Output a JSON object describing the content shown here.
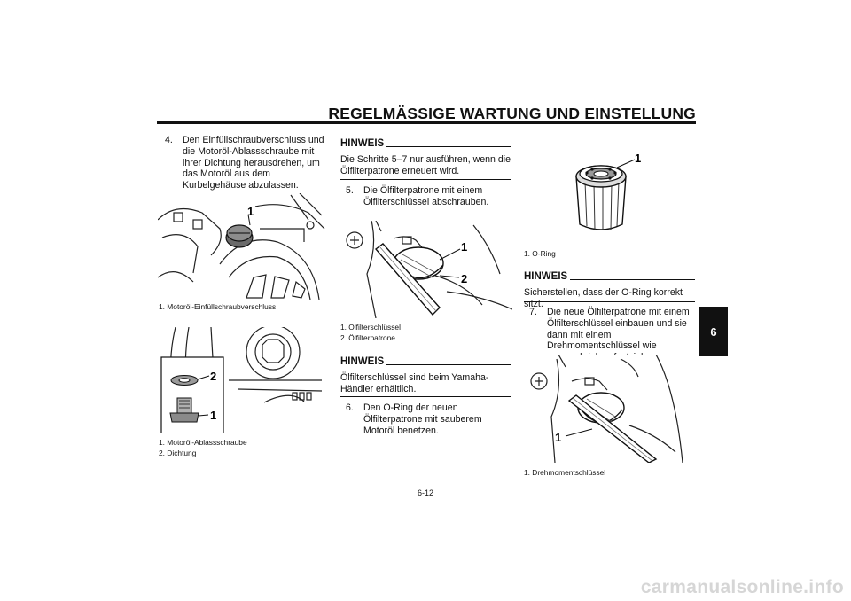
{
  "header": {
    "title": "REGELMÄSSIGE WARTUNG UND EINSTELLUNG"
  },
  "section_tab": "6",
  "page_number": "6-12",
  "left": {
    "step4": {
      "num": "4.",
      "text": "Den Einfüllschraubverschluss und die Motoröl-Ablassschraube mit ihrer Dichtung herausdrehen, um das Motoröl aus dem Kurbelgehäuse abzulassen."
    },
    "fig1": {
      "callouts": [
        "1"
      ],
      "caption": "1. Motoröl-Einfüllschraubverschluss"
    },
    "fig2": {
      "callouts": [
        "2",
        "1"
      ],
      "captions": [
        "1. Motoröl-Ablassschraube",
        "2. Dichtung"
      ]
    }
  },
  "middle": {
    "hinweis1": {
      "heading": "HINWEIS",
      "text": "Die Schritte 5–7 nur ausführen, wenn die Ölfilterpatrone erneuert wird."
    },
    "step5": {
      "num": "5.",
      "text": "Die Ölfilterpatrone mit einem Ölfilterschlüssel abschrauben."
    },
    "fig3": {
      "callouts": [
        "1",
        "2"
      ],
      "captions": [
        "1. Ölfilterschlüssel",
        "2. Ölfilterpatrone"
      ]
    },
    "hinweis2": {
      "heading": "HINWEIS",
      "text": "Ölfilterschlüssel sind beim Yamaha-Händler erhältlich."
    },
    "step6": {
      "num": "6.",
      "text": "Den O-Ring der neuen Ölfilterpatrone mit sauberem Motoröl benetzen."
    }
  },
  "right": {
    "fig4": {
      "callouts": [
        "1"
      ],
      "caption": "1. O-Ring"
    },
    "hinweis3": {
      "heading": "HINWEIS",
      "text": "Sicherstellen, dass der O-Ring korrekt sitzt."
    },
    "step7": {
      "num": "7.",
      "text": "Die neue Ölfilterpatrone mit einem Ölfilterschlüssel einbauen und sie dann mit einem Drehmomentschlüssel wie vorgeschrieben festziehen."
    },
    "fig5": {
      "callouts": [
        "1"
      ],
      "caption": "1. Drehmomentschlüssel"
    }
  },
  "watermark": "carmanualsonline.info"
}
